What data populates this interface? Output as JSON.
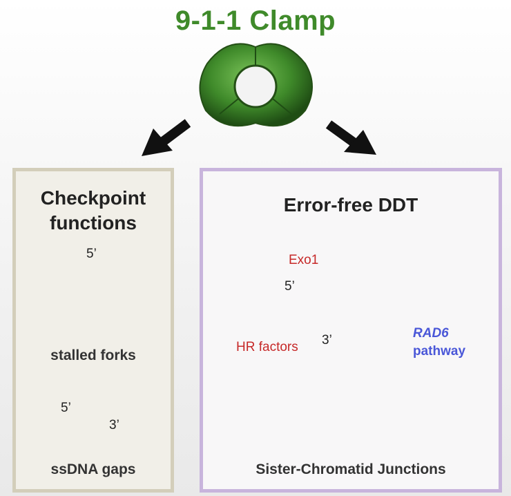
{
  "title": "9-1-1 Clamp",
  "left_panel": {
    "title_line1": "Checkpoint",
    "title_line2": "functions",
    "fork_label": "stalled forks",
    "gap_label": "ssDNA gaps",
    "fork_5prime": "5’",
    "gap_5prime": "5’",
    "gap_3prime": "3’"
  },
  "right_panel": {
    "title": "Error-free DDT",
    "exo1": "Exo1",
    "hr_factors": "HR factors",
    "rad6": "RAD6",
    "pathway": "pathway",
    "five_prime": "5’",
    "three_prime": "3’",
    "bottom_label": "Sister-Chromatid Junctions"
  },
  "colors": {
    "clamp_green": "#3f8a2a",
    "exo1_red": "#c62828",
    "rad6_blue": "#4a57d8",
    "left_border": "#d3ceba",
    "right_border": "#c8b4dc"
  }
}
